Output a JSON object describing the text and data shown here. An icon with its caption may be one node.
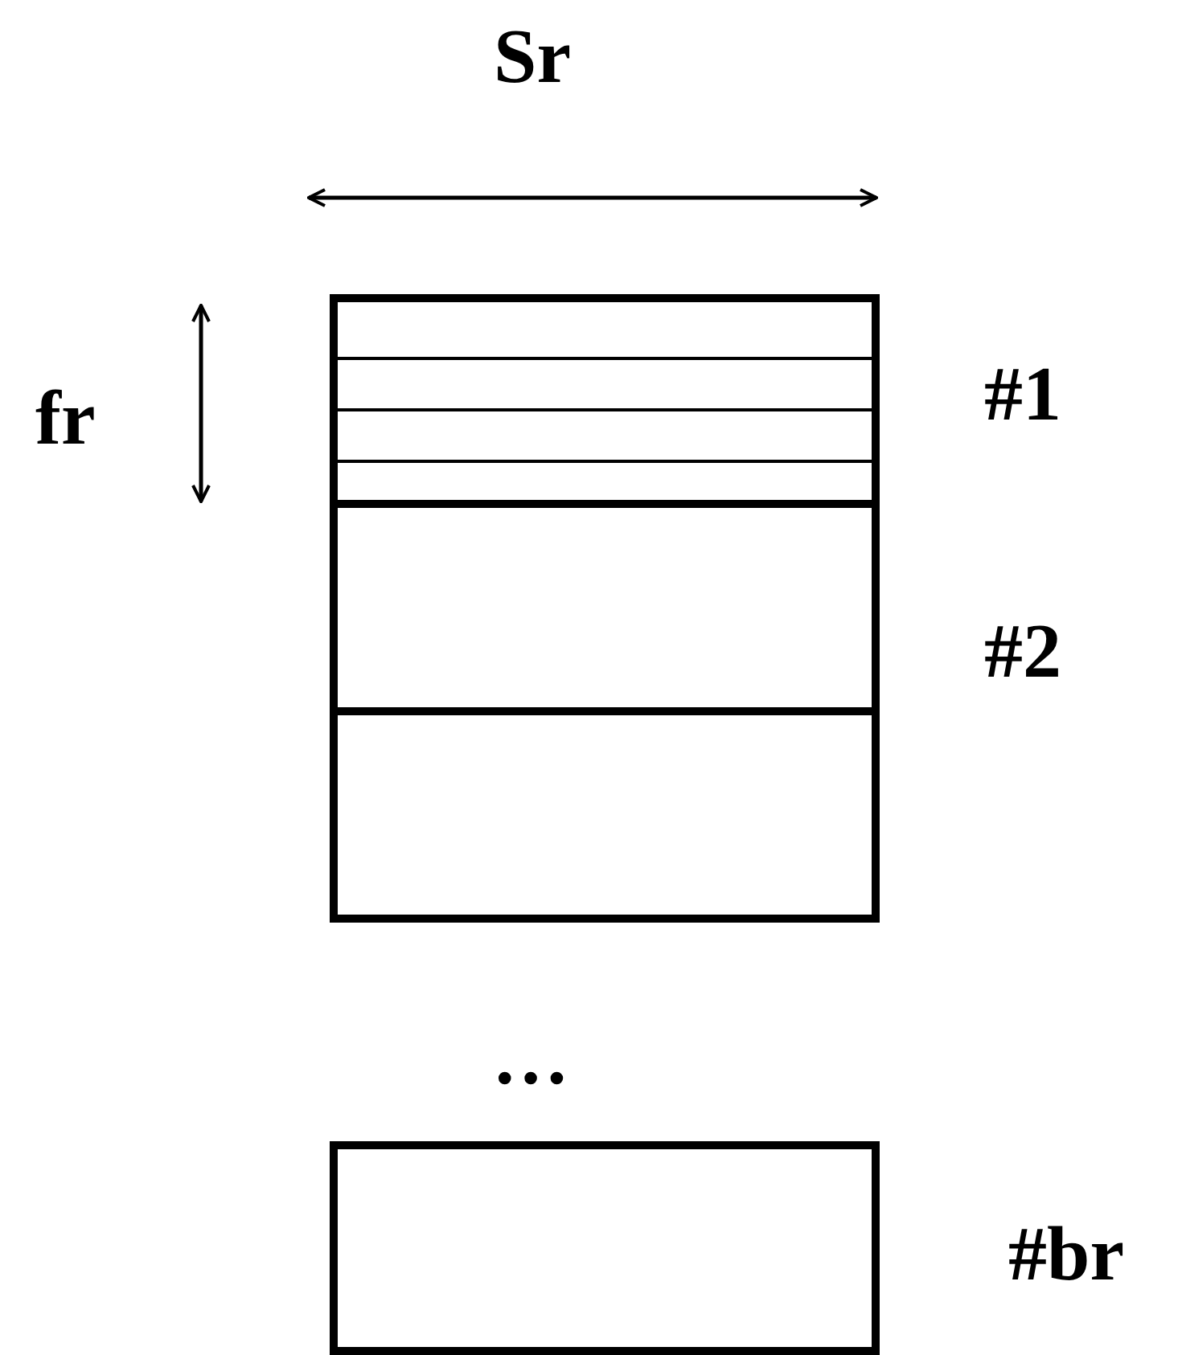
{
  "diagram": {
    "nodes": [
      {
        "text": [],
        "shape": "box",
        "beside": [
          "#1"
        ]
      },
      {
        "text": [],
        "shape": "box",
        "beside": [
          "#2"
        ]
      },
      {
        "text": [],
        "shape": "box"
      },
      {
        "text": [],
        "shape": "box",
        "beside": [
          "#br"
        ]
      }
    ],
    "labels": [
      "Sr",
      "fr",
      "…"
    ]
  }
}
